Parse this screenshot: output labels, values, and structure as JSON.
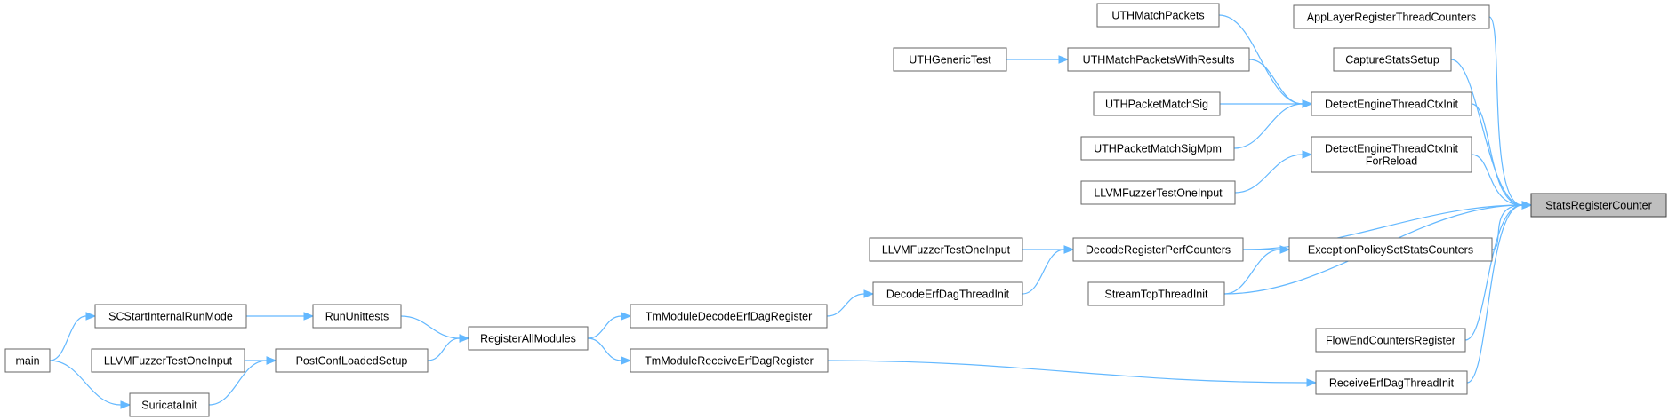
{
  "diagram": {
    "colors": {
      "edge": "#63b8ff",
      "node_border": "#666666",
      "root_fill": "#bfbfbf"
    },
    "nodes": [
      {
        "id": "stats",
        "label": [
          "StatsRegisterCounter"
        ],
        "root": true
      },
      {
        "id": "applayer",
        "label": [
          "AppLayerRegisterThreadCounters"
        ]
      },
      {
        "id": "capstats",
        "label": [
          "CaptureStatsSetup"
        ]
      },
      {
        "id": "detinit",
        "label": [
          "DetectEngineThreadCtxInit"
        ]
      },
      {
        "id": "detreload",
        "label": [
          "DetectEngineThreadCtxInit",
          "ForReload"
        ]
      },
      {
        "id": "exc",
        "label": [
          "ExceptionPolicySetStatsCounters"
        ]
      },
      {
        "id": "flowend",
        "label": [
          "FlowEndCountersRegister"
        ]
      },
      {
        "id": "recverf",
        "label": [
          "ReceiveErfDagThreadInit"
        ]
      },
      {
        "id": "uthmp",
        "label": [
          "UTHMatchPackets"
        ]
      },
      {
        "id": "uthmpwr",
        "label": [
          "UTHMatchPacketsWithResults"
        ]
      },
      {
        "id": "uthgen",
        "label": [
          "UTHGenericTest"
        ]
      },
      {
        "id": "uthpms",
        "label": [
          "UTHPacketMatchSig"
        ]
      },
      {
        "id": "uthpmsm",
        "label": [
          "UTHPacketMatchSigMpm"
        ]
      },
      {
        "id": "llvm1",
        "label": [
          "LLVMFuzzerTestOneInput"
        ]
      },
      {
        "id": "decperf",
        "label": [
          "DecodeRegisterPerfCounters"
        ]
      },
      {
        "id": "llvm2",
        "label": [
          "LLVMFuzzerTestOneInput"
        ]
      },
      {
        "id": "decerf",
        "label": [
          "DecodeErfDagThreadInit"
        ]
      },
      {
        "id": "stcp",
        "label": [
          "StreamTcpThreadInit"
        ]
      },
      {
        "id": "tmdec",
        "label": [
          "TmModuleDecodeErfDagRegister"
        ]
      },
      {
        "id": "tmrecv",
        "label": [
          "TmModuleReceiveErfDagRegister"
        ]
      },
      {
        "id": "regall",
        "label": [
          "RegisterAllModules"
        ]
      },
      {
        "id": "runut",
        "label": [
          "RunUnittests"
        ]
      },
      {
        "id": "pcls",
        "label": [
          "PostConfLoadedSetup"
        ]
      },
      {
        "id": "scstart",
        "label": [
          "SCStartInternalRunMode"
        ]
      },
      {
        "id": "llvm3",
        "label": [
          "LLVMFuzzerTestOneInput"
        ]
      },
      {
        "id": "suri",
        "label": [
          "SuricataInit"
        ]
      },
      {
        "id": "main",
        "label": [
          "main"
        ]
      }
    ],
    "edges": [
      [
        "applayer",
        "stats"
      ],
      [
        "capstats",
        "stats"
      ],
      [
        "detinit",
        "stats"
      ],
      [
        "detreload",
        "stats"
      ],
      [
        "decperf",
        "stats"
      ],
      [
        "exc",
        "stats"
      ],
      [
        "stcp",
        "stats"
      ],
      [
        "flowend",
        "stats"
      ],
      [
        "recverf",
        "stats"
      ],
      [
        "uthmp",
        "detinit"
      ],
      [
        "uthmpwr",
        "detinit"
      ],
      [
        "uthpms",
        "detinit"
      ],
      [
        "uthpmsm",
        "detinit"
      ],
      [
        "uthgen",
        "uthmpwr"
      ],
      [
        "llvm1",
        "detreload"
      ],
      [
        "decperf",
        "exc"
      ],
      [
        "stcp",
        "exc"
      ],
      [
        "llvm2",
        "decperf"
      ],
      [
        "decerf",
        "decperf"
      ],
      [
        "tmdec",
        "decerf"
      ],
      [
        "tmrecv",
        "recverf"
      ],
      [
        "regall",
        "tmdec"
      ],
      [
        "regall",
        "tmrecv"
      ],
      [
        "runut",
        "regall"
      ],
      [
        "pcls",
        "regall"
      ],
      [
        "scstart",
        "runut"
      ],
      [
        "llvm3",
        "pcls"
      ],
      [
        "suri",
        "pcls"
      ],
      [
        "main",
        "scstart"
      ],
      [
        "main",
        "suri"
      ]
    ]
  }
}
